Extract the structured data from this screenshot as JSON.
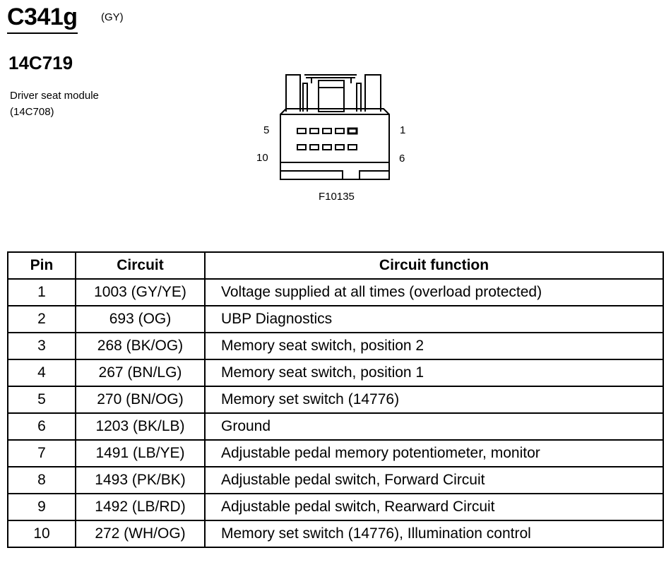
{
  "header": {
    "connector_id": "C341g",
    "color": "(GY)",
    "part_number": "14C719",
    "component_name": "Driver seat module",
    "component_part": "(14C708)"
  },
  "connector_view": {
    "pin_labels": {
      "top_left": "5",
      "top_right": "1",
      "bottom_left": "10",
      "bottom_right": "6"
    },
    "figure_ref": "F10135"
  },
  "table": {
    "headers": [
      "Pin",
      "Circuit",
      "Circuit function"
    ],
    "rows": [
      {
        "pin": "1",
        "circuit": "1003 (GY/YE)",
        "function": "Voltage supplied at all times (overload protected)"
      },
      {
        "pin": "2",
        "circuit": "693 (OG)",
        "function": "UBP Diagnostics"
      },
      {
        "pin": "3",
        "circuit": "268 (BK/OG)",
        "function": "Memory seat switch, position 2"
      },
      {
        "pin": "4",
        "circuit": "267 (BN/LG)",
        "function": "Memory seat switch, position 1"
      },
      {
        "pin": "5",
        "circuit": "270 (BN/OG)",
        "function": "Memory set switch (14776)"
      },
      {
        "pin": "6",
        "circuit": "1203 (BK/LB)",
        "function": "Ground"
      },
      {
        "pin": "7",
        "circuit": "1491 (LB/YE)",
        "function": "Adjustable pedal memory potentiometer, monitor"
      },
      {
        "pin": "8",
        "circuit": "1493 (PK/BK)",
        "function": "Adjustable pedal switch, Forward Circuit"
      },
      {
        "pin": "9",
        "circuit": "1492 (LB/RD)",
        "function": "Adjustable pedal switch, Rearward Circuit"
      },
      {
        "pin": "10",
        "circuit": "272 (WH/OG)",
        "function": "Memory set switch (14776), Illumination control"
      }
    ]
  }
}
